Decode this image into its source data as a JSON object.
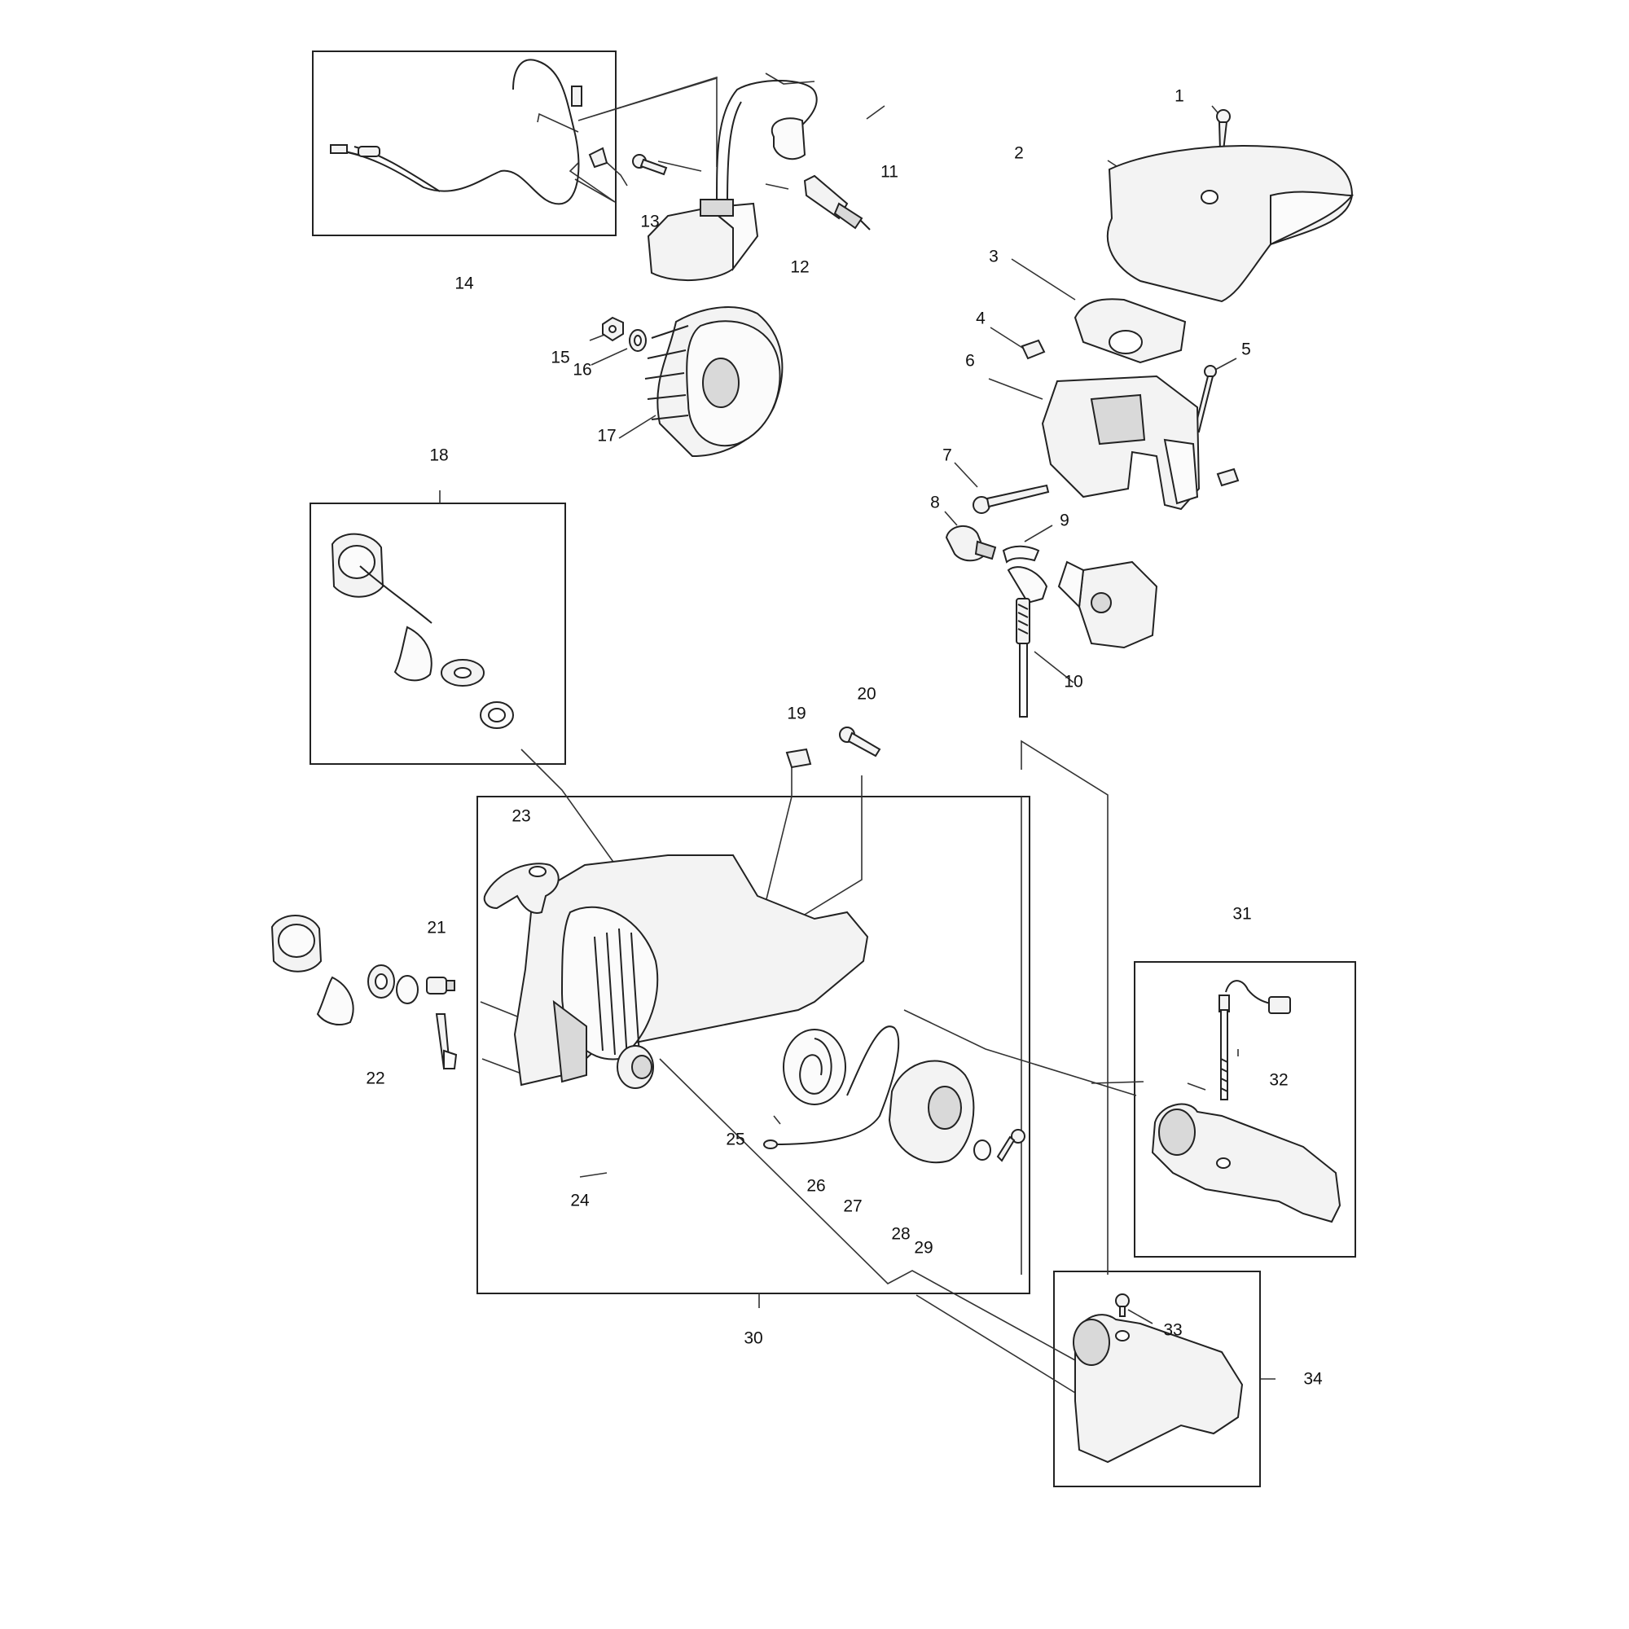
{
  "diagram": {
    "labels": {
      "p1": "1",
      "p2": "2",
      "p3": "3",
      "p4": "4",
      "p5": "5",
      "p6": "6",
      "p7": "7",
      "p8": "8",
      "p9": "9",
      "p10": "10",
      "p11": "11",
      "p12": "12",
      "p13": "13",
      "p14": "14",
      "p15": "15",
      "p16": "16",
      "p17": "17",
      "p18": "18",
      "p19": "19",
      "p20": "20",
      "p21": "21",
      "p22": "22",
      "p23": "23",
      "p24": "24",
      "p25": "25",
      "p26": "26",
      "p27": "27",
      "p28": "28",
      "p29": "29",
      "p30": "30",
      "p31": "31",
      "p32": "32",
      "p33": "33",
      "p34": "34"
    },
    "parts": {
      "top-cover": "top-cover-part",
      "carburetor": "carburetor-part",
      "ignition-coil": "ignition-coil-part",
      "flywheel": "flywheel-part",
      "starter-housing": "starter-housing-part",
      "oil-tank": "oil-tank-part",
      "fuel-tank": "fuel-tank-part"
    }
  }
}
